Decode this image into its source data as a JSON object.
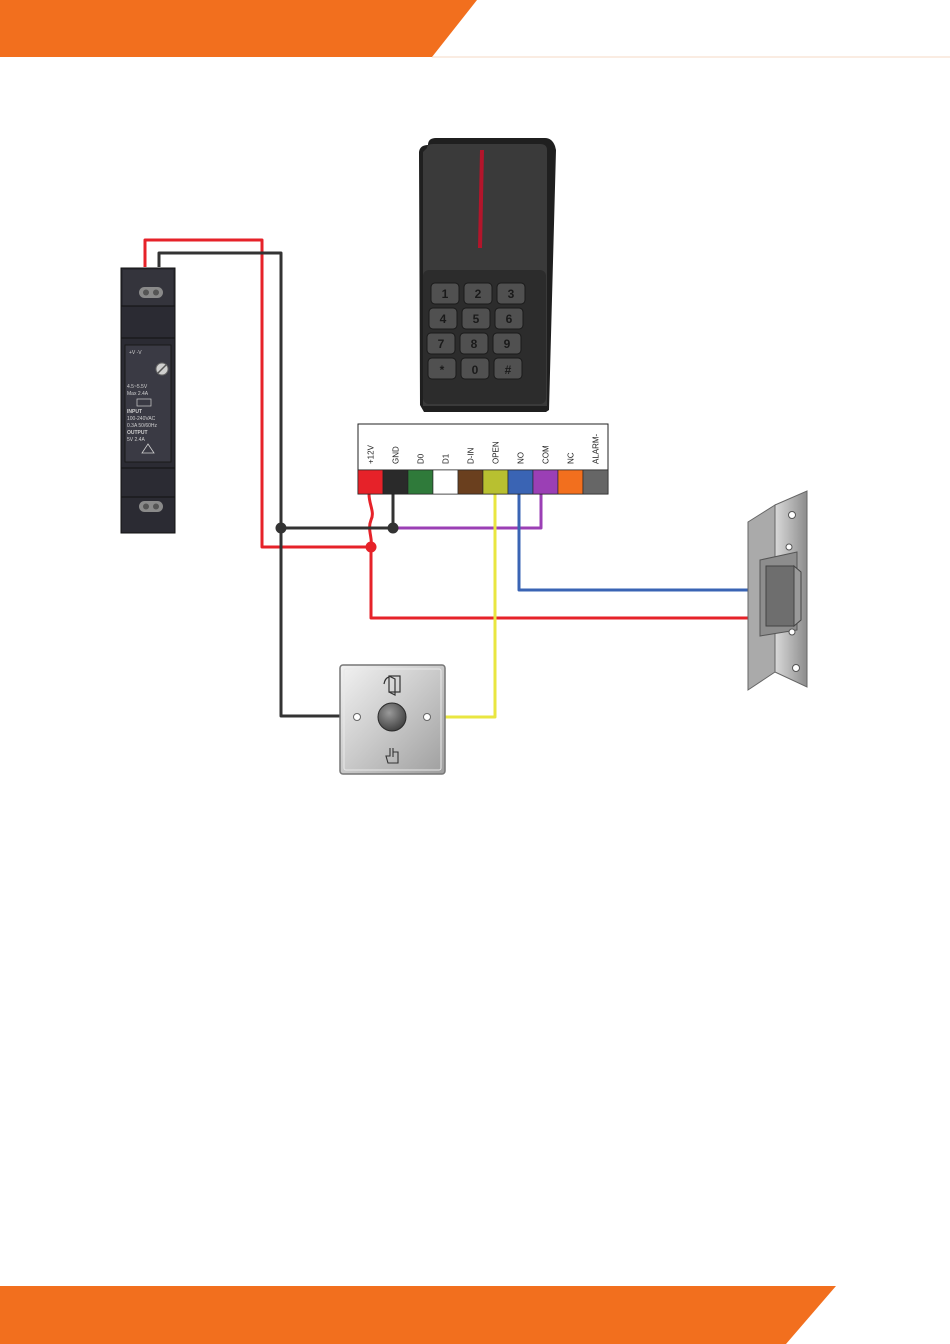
{
  "colors": {
    "brand_orange": "#f26f1e",
    "wire_red": "#e62229",
    "wire_black": "#333333",
    "wire_purple": "#9b3fb5",
    "wire_yellow": "#e9e640",
    "wire_blue": "#3a64b4"
  },
  "terminal_block": {
    "pins": [
      {
        "label": "+12V",
        "color": "#e62229"
      },
      {
        "label": "GND",
        "color": "#2a2a2a"
      },
      {
        "label": "D0",
        "color": "#2f7a3a"
      },
      {
        "label": "D1",
        "color": "#ffffff"
      },
      {
        "label": "D-IN",
        "color": "#6a3f1e"
      },
      {
        "label": "OPEN",
        "color": "#b8c030"
      },
      {
        "label": "NO",
        "color": "#3a64b4"
      },
      {
        "label": "COM",
        "color": "#9b3fb5"
      },
      {
        "label": "NC",
        "color": "#f26f1e"
      },
      {
        "label": "ALARM-",
        "color": "#666666"
      }
    ]
  },
  "keypad": {
    "keys": [
      "1",
      "2",
      "3",
      "4",
      "5",
      "6",
      "7",
      "8",
      "9",
      "*",
      "0",
      "#"
    ]
  },
  "power_supply": {
    "lines": [
      "+V   -V",
      "4.5~5.5V",
      "Max 2.4A",
      "INPUT",
      "100-240VAC",
      "0.3A   50/60Hz",
      "OUTPUT",
      "5V     2.4A"
    ]
  }
}
